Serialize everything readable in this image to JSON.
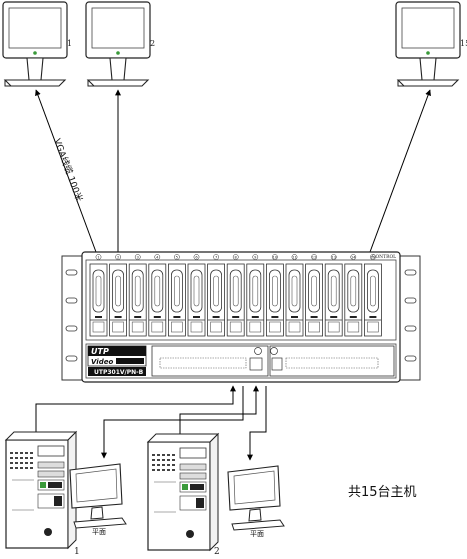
{
  "monitors_top": [
    {
      "id": "monitor-1",
      "number": "1"
    },
    {
      "id": "monitor-2",
      "number": "2"
    },
    {
      "id": "monitor-15",
      "number": "15"
    }
  ],
  "cable_label": "VGA线缆 100米",
  "device": {
    "brand": "UTP",
    "subbrand": "Video",
    "model": "UTP301V/PN-B",
    "top_right_label": "CONTROL",
    "slot_numbers": [
      "1",
      "2",
      "3",
      "4",
      "5",
      "6",
      "7",
      "8",
      "9",
      "10",
      "11",
      "12",
      "13",
      "14",
      "15"
    ]
  },
  "hosts": [
    {
      "number": "1",
      "monitor_caption": "平面"
    },
    {
      "number": "2",
      "monitor_caption": "平面"
    }
  ],
  "total_label": "共15台主机"
}
